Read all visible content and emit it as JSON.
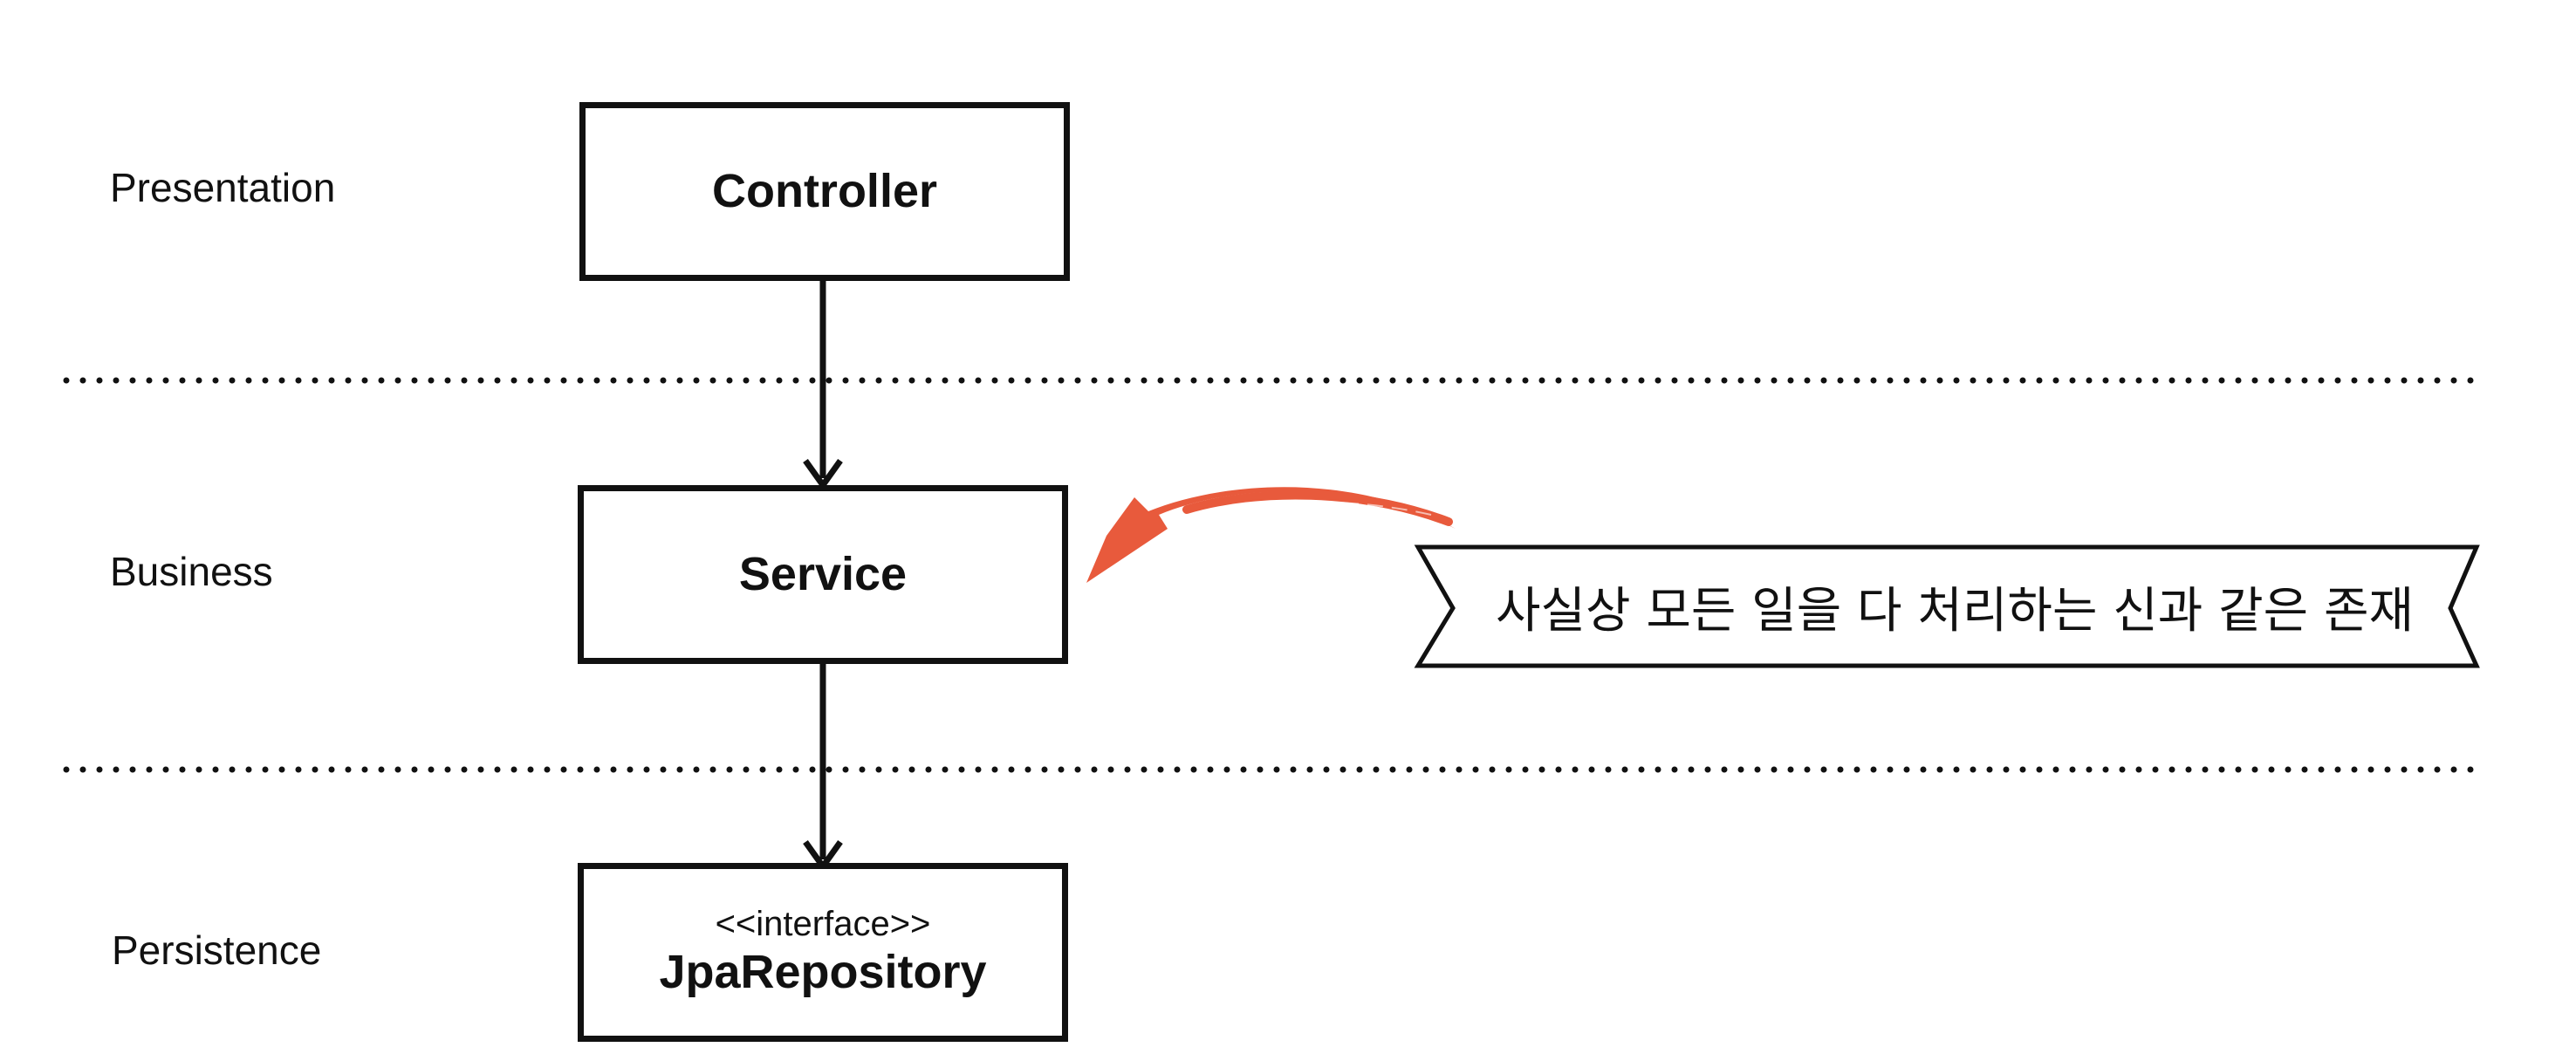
{
  "layers": {
    "presentation": "Presentation",
    "business": "Business",
    "persistence": "Persistence"
  },
  "boxes": {
    "controller": {
      "title": "Controller"
    },
    "service": {
      "title": "Service"
    },
    "repository": {
      "stereotype": "<<interface>>",
      "title": "JpaRepository"
    }
  },
  "callout": {
    "text": "사실상 모든 일을 다 처리하는 신과 같은 존재"
  },
  "colors": {
    "ink": "#111111",
    "accent_arrow": "#E85A3C",
    "background": "#ffffff"
  }
}
